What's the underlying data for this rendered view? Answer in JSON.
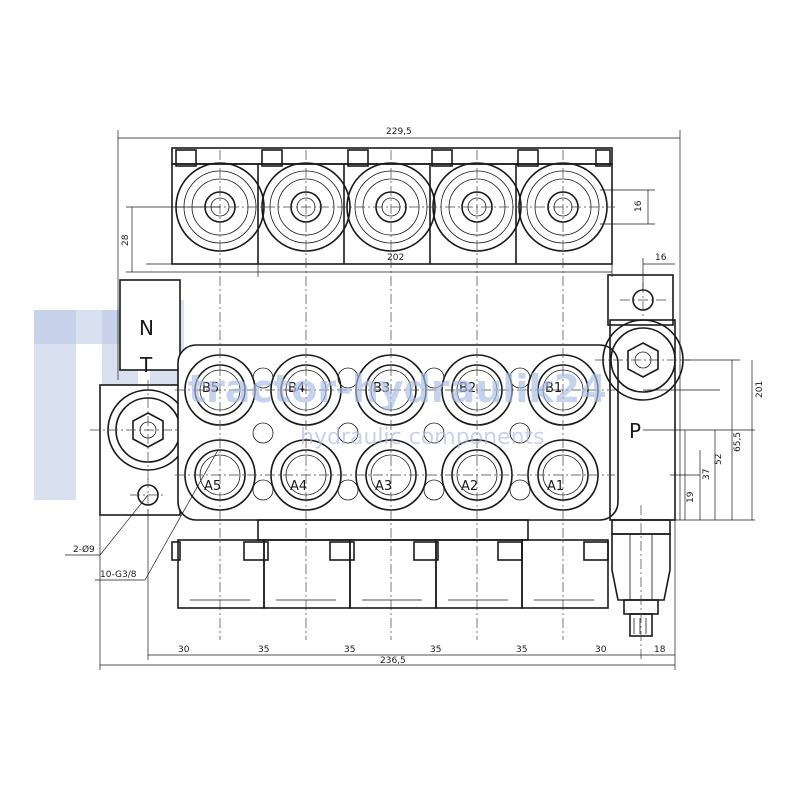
{
  "dimensions": {
    "overall_top": "229,5",
    "ports_span": "202",
    "top_right": "16",
    "left_height": "28",
    "right_16": "16",
    "right_19": "19",
    "right_37": "37",
    "right_52": "52",
    "right_65": "65,5",
    "right_201": "201",
    "bottom_30a": "30",
    "bottom_35a": "35",
    "bottom_35b": "35",
    "bottom_35c": "35",
    "bottom_35d": "35",
    "bottom_30b": "30",
    "bottom_18": "18",
    "overall_bottom": "236,5"
  },
  "ports": {
    "b": [
      "B5",
      "B4",
      "B3",
      "B2",
      "B1"
    ],
    "a": [
      "A5",
      "A4",
      "A3",
      "A2",
      "A1"
    ],
    "n": "N",
    "t": "T",
    "p": "P"
  },
  "callouts": {
    "mount_holes": "2-Ø9",
    "port_thread": "10-G3/8"
  },
  "watermark": {
    "line1": "tractor-hydraulik24",
    "line2": "hydraulic components"
  }
}
